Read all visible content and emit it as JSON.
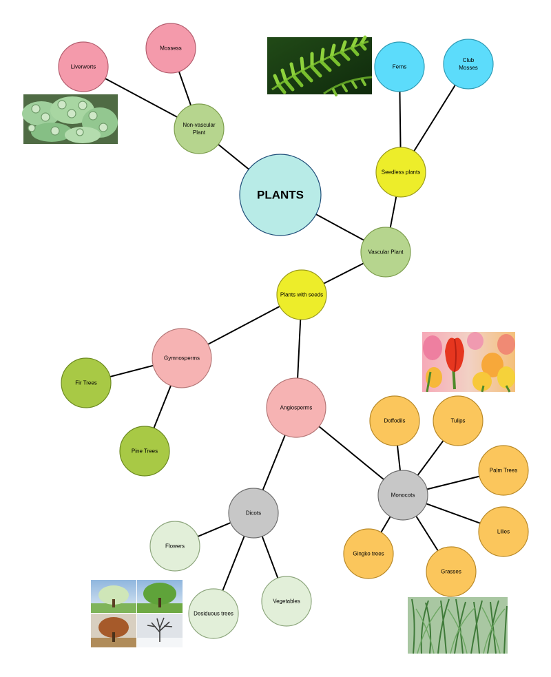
{
  "title": "PLANTS",
  "colors": {
    "root": "#b8ebe7",
    "root_stroke": "#1f4e79",
    "green": "#b6d58e",
    "green_stroke": "#7e9f4f",
    "yellow": "#eded2a",
    "yellow_stroke": "#9c9c1c",
    "pink": "#f49aab",
    "pink_stroke": "#b55f70",
    "salmon": "#f6b3b3",
    "salmon_stroke": "#b57878",
    "cyan": "#5cdcfb",
    "cyan_stroke": "#2f9bb5",
    "lime": "#a8c945",
    "lime_stroke": "#6c8a20",
    "gray": "#c7c7c7",
    "gray_stroke": "#6f6f6f",
    "pale": "#e2efd9",
    "pale_stroke": "#8ea77e",
    "orange": "#fbc65c",
    "orange_stroke": "#b98a2a",
    "line": "#000000"
  },
  "nodes": [
    {
      "id": "plants",
      "label": [
        "PLANTS"
      ],
      "color": "root"
    },
    {
      "id": "non-vascular",
      "label": [
        "Non-vascular",
        "Plant"
      ],
      "color": "green"
    },
    {
      "id": "liverworts",
      "label": [
        "Liverworts"
      ],
      "color": "pink"
    },
    {
      "id": "mossess",
      "label": [
        "Mossess"
      ],
      "color": "pink"
    },
    {
      "id": "vascular",
      "label": [
        "Vascular Plant"
      ],
      "color": "green"
    },
    {
      "id": "seedless",
      "label": [
        "Seedless plants"
      ],
      "color": "yellow"
    },
    {
      "id": "ferns",
      "label": [
        "Ferns"
      ],
      "color": "cyan"
    },
    {
      "id": "club-mosses",
      "label": [
        "Club",
        "Mosses"
      ],
      "color": "cyan"
    },
    {
      "id": "plants-with-seeds",
      "label": [
        "Plants with seeds"
      ],
      "color": "yellow"
    },
    {
      "id": "gymnosperms",
      "label": [
        "Gymnosperms"
      ],
      "color": "salmon"
    },
    {
      "id": "fir-trees",
      "label": [
        "Fir Trees"
      ],
      "color": "lime"
    },
    {
      "id": "pine-trees",
      "label": [
        "Pine Trees"
      ],
      "color": "lime"
    },
    {
      "id": "angiosperms",
      "label": [
        "Angiosperms"
      ],
      "color": "salmon"
    },
    {
      "id": "dicots",
      "label": [
        "Dicots"
      ],
      "color": "gray"
    },
    {
      "id": "flowers",
      "label": [
        "Flowers"
      ],
      "color": "pale"
    },
    {
      "id": "desiduous-trees",
      "label": [
        "Desiduous trees"
      ],
      "color": "pale"
    },
    {
      "id": "vegetables",
      "label": [
        "Vegetables"
      ],
      "color": "pale"
    },
    {
      "id": "monocots",
      "label": [
        "Monocots"
      ],
      "color": "gray"
    },
    {
      "id": "doffodils",
      "label": [
        "Doffodils"
      ],
      "color": "orange"
    },
    {
      "id": "tulips",
      "label": [
        "Tulips"
      ],
      "color": "orange"
    },
    {
      "id": "palm-trees",
      "label": [
        "Palm Trees"
      ],
      "color": "orange"
    },
    {
      "id": "lilies",
      "label": [
        "Lilies"
      ],
      "color": "orange"
    },
    {
      "id": "grasses",
      "label": [
        "Grasses"
      ],
      "color": "orange"
    },
    {
      "id": "gingko-trees",
      "label": [
        "Gingko trees"
      ],
      "color": "orange"
    }
  ],
  "edges": [
    [
      "plants",
      "non-vascular"
    ],
    [
      "non-vascular",
      "liverworts"
    ],
    [
      "non-vascular",
      "mossess"
    ],
    [
      "plants",
      "vascular"
    ],
    [
      "vascular",
      "seedless"
    ],
    [
      "seedless",
      "ferns"
    ],
    [
      "seedless",
      "club-mosses"
    ],
    [
      "vascular",
      "plants-with-seeds"
    ],
    [
      "plants-with-seeds",
      "gymnosperms"
    ],
    [
      "gymnosperms",
      "fir-trees"
    ],
    [
      "gymnosperms",
      "pine-trees"
    ],
    [
      "plants-with-seeds",
      "angiosperms"
    ],
    [
      "angiosperms",
      "dicots"
    ],
    [
      "angiosperms",
      "monocots"
    ],
    [
      "dicots",
      "flowers"
    ],
    [
      "dicots",
      "desiduous-trees"
    ],
    [
      "dicots",
      "vegetables"
    ],
    [
      "monocots",
      "doffodils"
    ],
    [
      "monocots",
      "tulips"
    ],
    [
      "monocots",
      "palm-trees"
    ],
    [
      "monocots",
      "lilies"
    ],
    [
      "monocots",
      "grasses"
    ],
    [
      "monocots",
      "gingko-trees"
    ]
  ],
  "photos": [
    {
      "id": "liverwort-photo",
      "subject": "liverwort"
    },
    {
      "id": "fern-photo",
      "subject": "fern"
    },
    {
      "id": "tulip-photo",
      "subject": "tulips"
    },
    {
      "id": "tree-seasons-photo",
      "subject": "deciduous tree in four seasons"
    },
    {
      "id": "grass-photo",
      "subject": "grass"
    }
  ]
}
